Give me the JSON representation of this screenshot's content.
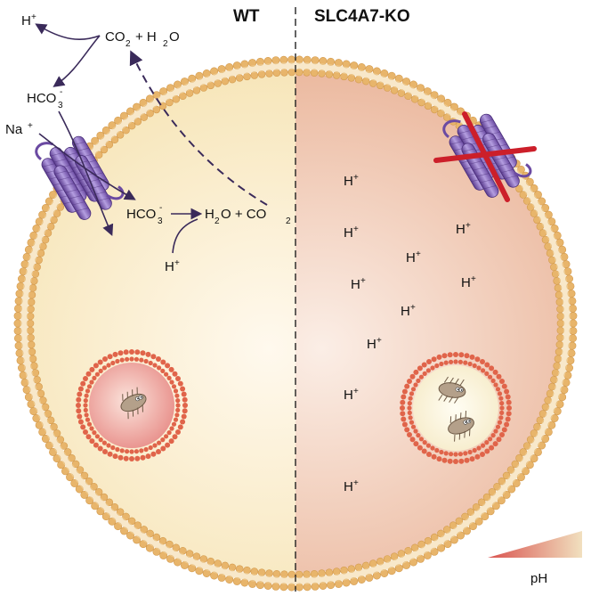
{
  "headers": {
    "wt": "WT",
    "ko": "SLC4A7-KO"
  },
  "labels": {
    "h_plus": "H",
    "plus": "+",
    "co2": "CO",
    "two": "2",
    "three": "3",
    "minus": "-",
    "plus_h2o": "+ H",
    "o": "O",
    "hco": "HCO",
    "na": "Na",
    "h2": "H",
    "o_plus_co": "O + CO"
  },
  "legend": {
    "label": "pH",
    "gradient_from": "#d9534f",
    "gradient_to": "#f1e0bf"
  },
  "colors": {
    "wt_cytosol": "#f6e6b9",
    "ko_cytosol": "#e9b495",
    "membrane": "#e8b56b",
    "lysosome_membrane": "#e0644a",
    "transporter": "#8c6cbc",
    "inhibition_cross": "#cc1f2a",
    "arrow": "#3a2a5a"
  },
  "icons": [
    "transporter-icon",
    "cross-icon",
    "bacteria-icon"
  ]
}
